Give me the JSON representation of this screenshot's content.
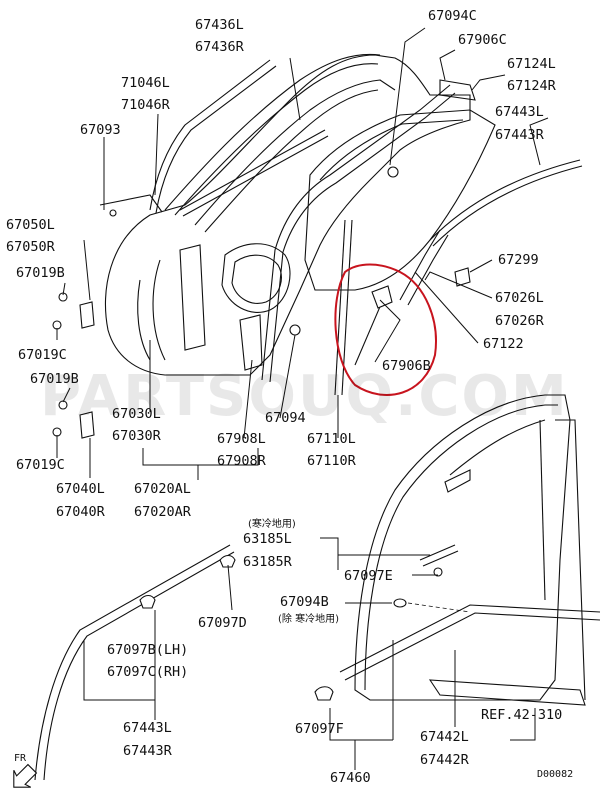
{
  "labels": {
    "p67436L": "67436L",
    "p67436R": "67436R",
    "p67094C": "67094C",
    "p67906C": "67906C",
    "p67124L": "67124L",
    "p67124R": "67124R",
    "p71046L": "71046L",
    "p71046R": "71046R",
    "p67443L_top": "67443L",
    "p67443R_top": "67443R",
    "p67093": "67093",
    "p67050L": "67050L",
    "p67050R": "67050R",
    "p67019B_1": "67019B",
    "p67299": "67299",
    "p67026L": "67026L",
    "p67026R": "67026R",
    "p67019C_1": "67019C",
    "p67122": "67122",
    "p67906B": "67906B",
    "p67019B_2": "67019B",
    "p67030L": "67030L",
    "p67030R": "67030R",
    "p67094": "67094",
    "p67908L": "67908L",
    "p67908R": "67908R",
    "p67110L": "67110L",
    "p67110R": "67110R",
    "p67019C_2": "67019C",
    "p67040L": "67040L",
    "p67040R": "67040R",
    "p67020AL": "67020AL",
    "p67020AR": "67020AR",
    "note_cold": "(寒冷地用)",
    "p63185L": "63185L",
    "p63185R": "63185R",
    "p67097E": "67097E",
    "p67097D": "67097D",
    "p67094B": "67094B",
    "note_except_cold": "(除 寒冷地用)",
    "p67097B": "67097B(LH)",
    "p67097C": "67097C(RH)",
    "p67443L_bot": "67443L",
    "p67443R_bot": "67443R",
    "p67442L": "67442L",
    "p67442R": "67442R",
    "ref": "REF.42-310",
    "p67097F": "67097F",
    "p67460": "67460",
    "fr": "FR",
    "diagram_code": "D00082"
  },
  "watermark": "PARTSOUQ.COM",
  "colors": {
    "line": "#111111",
    "highlight": "#c8141e",
    "watermark": "#000000"
  }
}
